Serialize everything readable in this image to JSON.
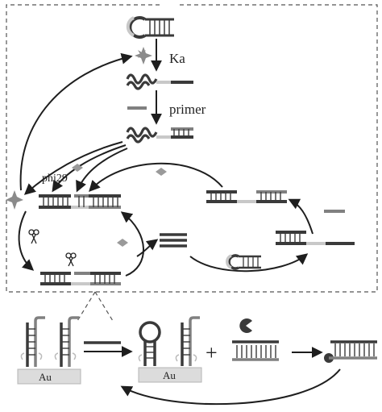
{
  "labels": {
    "ka": "Ka",
    "primer": "primer",
    "phi29": "phi29",
    "au_left": "Au",
    "au_right": "Au",
    "plus": "+"
  },
  "colors": {
    "strand_dark": "#3a3a3a",
    "strand_mid": "#808080",
    "strand_light": "#c8c8c8",
    "enzyme_diamond": "#9a9a9a",
    "frame_dash": "#555555",
    "gold_base": "#dcdcdc"
  },
  "icons": [
    "hairpin-icon",
    "star-target-icon",
    "scissors-icon",
    "diamond-enzyme-icon",
    "pacman-exonuclease-icon",
    "gold-electrode-icon"
  ]
}
